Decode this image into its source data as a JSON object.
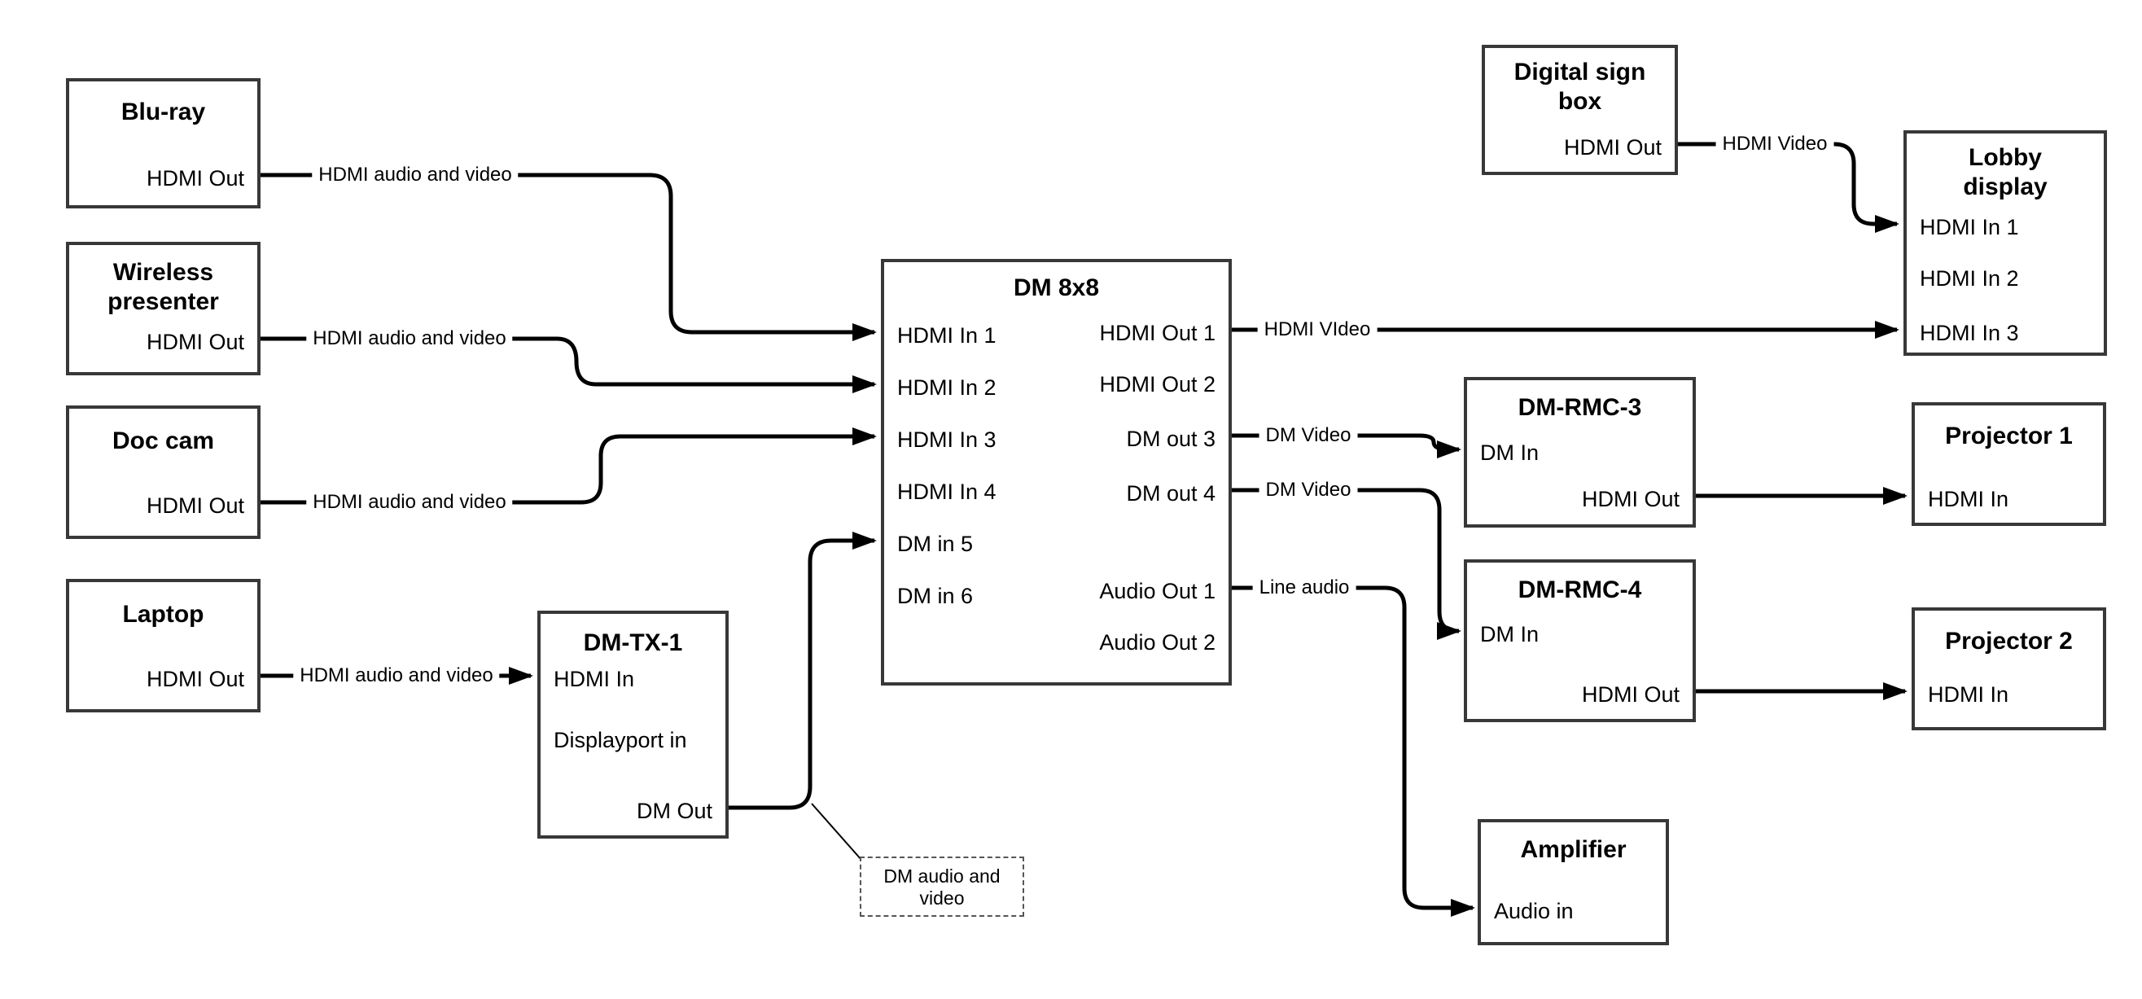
{
  "diagram_type": "AV signal-flow diagram",
  "colors": {
    "background": "#ffffff",
    "box_border": "#383838",
    "wire": "#000000",
    "text": "#000000"
  },
  "nodes": {
    "bluray": {
      "title": "Blu-ray",
      "ports": {
        "hdmi_out": "HDMI Out"
      }
    },
    "wireless": {
      "title": "Wireless presenter",
      "ports": {
        "hdmi_out": "HDMI Out"
      }
    },
    "doccam": {
      "title": "Doc cam",
      "ports": {
        "hdmi_out": "HDMI Out"
      }
    },
    "laptop": {
      "title": "Laptop",
      "ports": {
        "hdmi_out": "HDMI Out"
      }
    },
    "dmtx1": {
      "title": "DM-TX-1",
      "ports": {
        "hdmi_in": "HDMI In",
        "displayport_in": "Displayport in",
        "dm_out": "DM Out"
      }
    },
    "dm8x8": {
      "title": "DM 8x8",
      "ports_left": [
        "HDMI In 1",
        "HDMI In 2",
        "HDMI In 3",
        "HDMI In 4",
        "DM in 5",
        "DM in 6"
      ],
      "ports_right": [
        "HDMI Out 1",
        "HDMI Out 2",
        "DM out 3",
        "DM out 4",
        "Audio Out 1",
        "Audio Out 2"
      ]
    },
    "digital_sign": {
      "title": "Digital sign box",
      "ports": {
        "hdmi_out": "HDMI Out"
      }
    },
    "lobby": {
      "title": "Lobby display",
      "ports": [
        "HDMI In 1",
        "HDMI In 2",
        "HDMI In 3"
      ]
    },
    "dmrmc3": {
      "title": "DM-RMC-3",
      "ports": {
        "dm_in": "DM In",
        "hdmi_out": "HDMI Out"
      }
    },
    "proj1": {
      "title": "Projector 1",
      "ports": {
        "hdmi_in": "HDMI In"
      }
    },
    "dmrmc4": {
      "title": "DM-RMC-4",
      "ports": {
        "dm_in": "DM In",
        "hdmi_out": "HDMI Out"
      }
    },
    "proj2": {
      "title": "Projector 2",
      "ports": {
        "hdmi_in": "HDMI In"
      }
    },
    "amplifier": {
      "title": "Amplifier",
      "ports": {
        "audio_in": "Audio in"
      }
    }
  },
  "edges": {
    "e1": {
      "from": "bluray.hdmi_out",
      "to": "dm8x8.hdmi_in_1",
      "label": "HDMI audio and video"
    },
    "e2": {
      "from": "wireless.hdmi_out",
      "to": "dm8x8.hdmi_in_2",
      "label": "HDMI audio and video"
    },
    "e3": {
      "from": "doccam.hdmi_out",
      "to": "dm8x8.hdmi_in_3",
      "label": "HDMI audio and video"
    },
    "e4": {
      "from": "laptop.hdmi_out",
      "to": "dmtx1.hdmi_in",
      "label": "HDMI audio and video"
    },
    "e5": {
      "from": "dmtx1.dm_out",
      "to": "dm8x8.dm_in_5",
      "label": ""
    },
    "e6": {
      "from": "dm8x8.hdmi_out_1",
      "to": "lobby.hdmi_in_3",
      "label": "HDMI VIdeo"
    },
    "e7": {
      "from": "digital_sign.hdmi_out",
      "to": "lobby.hdmi_in_1",
      "label": "HDMI Video"
    },
    "e8": {
      "from": "dm8x8.dm_out_3",
      "to": "dmrmc3.dm_in",
      "label": "DM Video"
    },
    "e9": {
      "from": "dm8x8.dm_out_4",
      "to": "dmrmc4.dm_in",
      "label": "DM Video"
    },
    "e10": {
      "from": "dm8x8.audio_out_1",
      "to": "amplifier.audio_in",
      "label": "Line audio"
    },
    "e11": {
      "from": "dmrmc3.hdmi_out",
      "to": "proj1.hdmi_in",
      "label": ""
    },
    "e12": {
      "from": "dmrmc4.hdmi_out",
      "to": "proj2.hdmi_in",
      "label": ""
    }
  },
  "callout": {
    "text": "DM audio and video",
    "attached_to": "e5"
  }
}
